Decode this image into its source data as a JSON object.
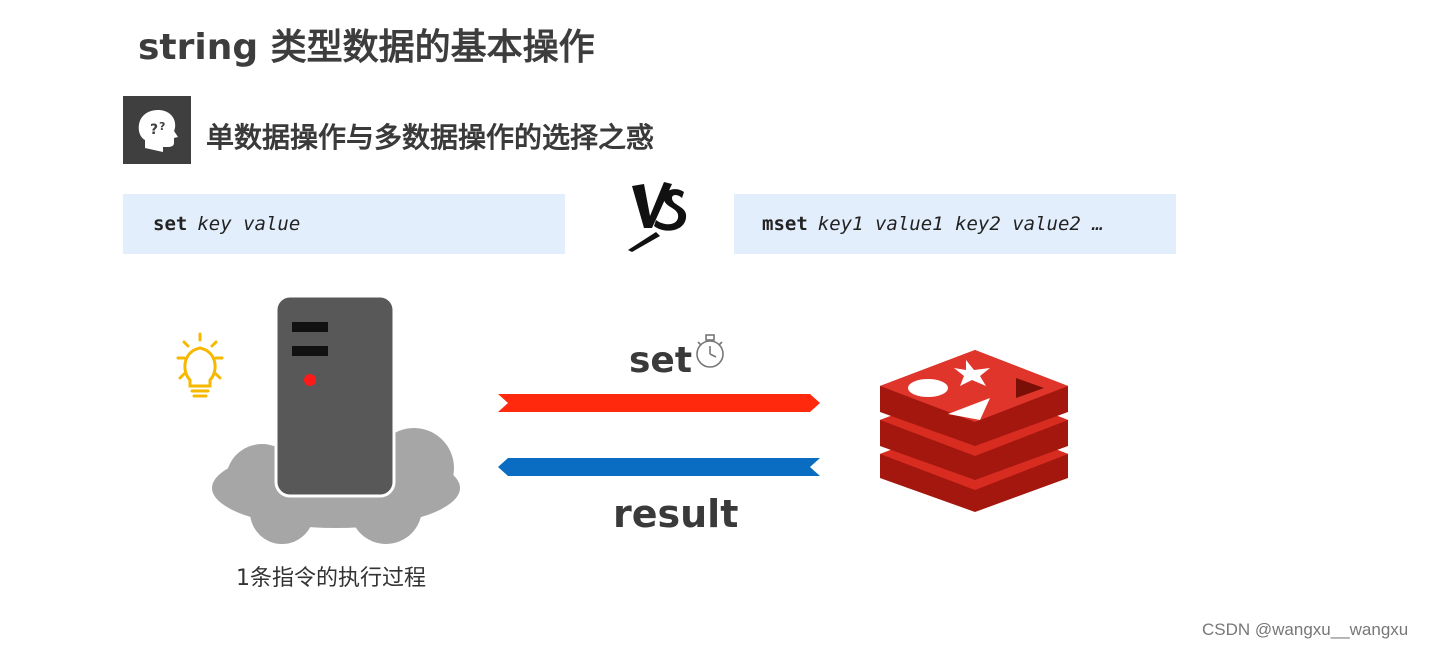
{
  "header": {
    "title": "string 类型数据的基本操作",
    "subtitle": "单数据操作与多数据操作的选择之惑"
  },
  "commands": {
    "single": {
      "keyword": "set",
      "args": "key value"
    },
    "multi": {
      "keyword": "mset",
      "args": "key1 value1 key2 value2 …"
    }
  },
  "versus_icon": "vs-icon",
  "diagram": {
    "request_label": "set",
    "response_label": "result",
    "caption": "1条指令的执行过程",
    "request_color": "#ff2a0e",
    "response_color": "#0b6dc2",
    "client_icon": "server-icon",
    "server_icon": "redis-logo-icon",
    "idea_icon": "lightbulb-icon",
    "timer_icon": "stopwatch-icon"
  },
  "watermark": "CSDN @wangxu__wangxu"
}
